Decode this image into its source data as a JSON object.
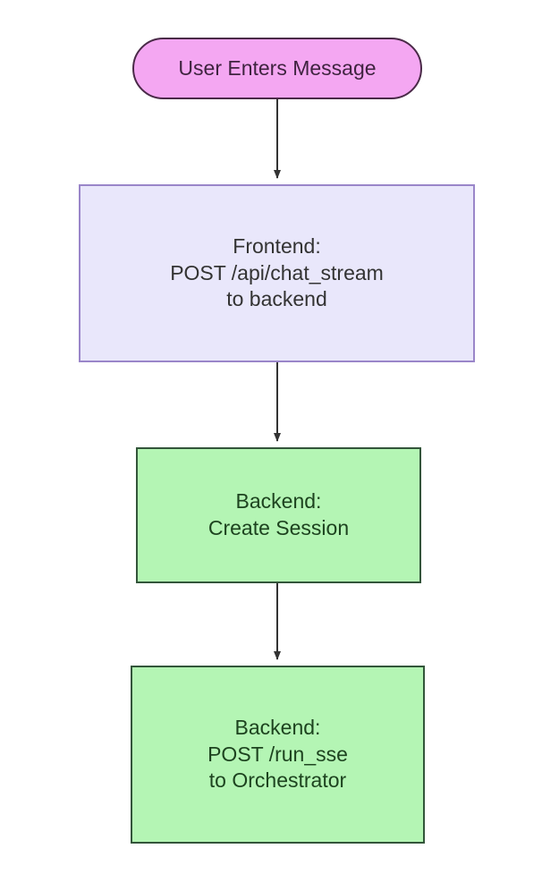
{
  "diagram": {
    "type": "flowchart",
    "direction": "top-down",
    "background": "#ffffff",
    "nodes": [
      {
        "id": "user-enters-message",
        "shape": "stadium",
        "lines": [
          "User Enters Message"
        ],
        "fill": "#f4a7f2",
        "stroke": "#4a2a48",
        "text_color": "#3f2440"
      },
      {
        "id": "frontend-post-chat-stream",
        "shape": "rectangle",
        "lines": [
          "Frontend:",
          "POST /api/chat_stream",
          "to backend"
        ],
        "fill": "#e9e7fb",
        "stroke": "#9a86c9",
        "text_color": "#333333"
      },
      {
        "id": "backend-create-session",
        "shape": "rectangle",
        "lines": [
          "Backend:",
          "Create Session"
        ],
        "fill": "#b4f5b4",
        "stroke": "#33553a",
        "text_color": "#1d431f"
      },
      {
        "id": "backend-post-run-sse",
        "shape": "rectangle",
        "lines": [
          "Backend:",
          "POST /run_sse",
          "to Orchestrator"
        ],
        "fill": "#b4f5b4",
        "stroke": "#33553a",
        "text_color": "#1d431f"
      }
    ],
    "edges": [
      {
        "id": "edge-1",
        "from": "user-enters-message",
        "to": "frontend-post-chat-stream",
        "label": "",
        "arrow": "filled-triangle",
        "color": "#333333"
      },
      {
        "id": "edge-2",
        "from": "frontend-post-chat-stream",
        "to": "backend-create-session",
        "label": "",
        "arrow": "filled-triangle",
        "color": "#333333"
      },
      {
        "id": "edge-3",
        "from": "backend-create-session",
        "to": "backend-post-run-sse",
        "label": "",
        "arrow": "filled-triangle",
        "color": "#333333"
      }
    ]
  }
}
